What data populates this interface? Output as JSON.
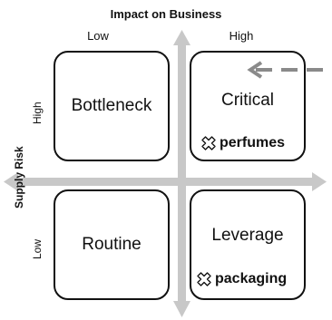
{
  "diagram": {
    "title": "Impact on Business",
    "y_axis_label": "Supply Risk",
    "columns": {
      "low": "Low",
      "high": "High"
    },
    "rows": {
      "high": "High",
      "low": "Low"
    },
    "quadrants": {
      "top_left": "Bottleneck",
      "top_right": "Critical",
      "bottom_left": "Routine",
      "bottom_right": "Leverage"
    },
    "tags": {
      "perfumes": "perfumes",
      "packaging": "packaging"
    },
    "tag_icon": "cross-outline-icon",
    "colors": {
      "axis": "#c8c8c8",
      "border": "#111111",
      "dashed_arrow": "#8a8a8a"
    }
  }
}
